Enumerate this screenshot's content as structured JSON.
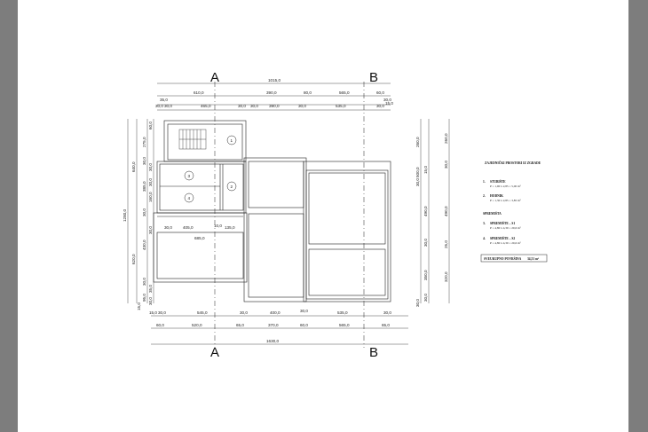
{
  "sections": {
    "a_top": "A",
    "b_top": "B",
    "a_bottom": "A",
    "b_bottom": "B"
  },
  "rooms": [
    "1",
    "2",
    "3",
    "4"
  ],
  "dims_top": {
    "total": "1015,0",
    "row2": [
      "610,0",
      "390,0",
      "80,0",
      "565,0",
      "60,0"
    ],
    "row3": [
      "30,0",
      "30,0",
      "465,0",
      "30,0",
      "30,0",
      "390,0",
      "30,0",
      "535,0",
      "30,0",
      "15,0"
    ],
    "row3_top": [
      "35,0",
      "30,0"
    ]
  },
  "dims_inner": {
    "d1": "405,0",
    "d2": "10,0",
    "d3": "135,0",
    "d4": "685,0",
    "d5": "30,0"
  },
  "dims_left": {
    "total": "1280,0",
    "mid": [
      "640,0",
      "620,0"
    ],
    "inner": [
      "275,0",
      "30,0",
      "385,0",
      "30,0",
      "430,0",
      "30,0"
    ],
    "small": [
      "60,0",
      "30,0",
      "30,0",
      "160,0",
      "30,0",
      "15,0",
      "95,0",
      "35,0",
      "30,0"
    ]
  },
  "dims_right": {
    "a": [
      "260,0",
      "500,0",
      "490,0",
      "30,0",
      "320,0"
    ],
    "b": [
      "260,0",
      "30,0",
      "490,0",
      "25,0",
      "350,0",
      "30,0"
    ],
    "small": [
      "15,0",
      "30,0",
      "30,0"
    ]
  },
  "dims_bottom": {
    "row1": [
      "15,0",
      "30,0",
      "545,0",
      "30,0",
      "400,0",
      "30,0",
      "535,0",
      "30,0"
    ],
    "row2": [
      "60,0",
      "520,0",
      "65,0",
      "370,0",
      "60,0",
      "565,0",
      "65,0"
    ],
    "total": "1630,0"
  },
  "legend": {
    "title": "ZAJEDNIČKI PROSTORI\nIZ ZGRADE",
    "items": [
      {
        "n": "1.",
        "name": "STUBIŠTE",
        "detail": "P = 1,90 x 2,85 = 5,00 m²"
      },
      {
        "n": "2.",
        "name": "HODNIK",
        "detail": "P = 1,30 x 2,85 = 3,85 m²"
      }
    ],
    "storage_title": "SPREMIŠTA",
    "storage": [
      {
        "n": "3.",
        "name": "SPREMIŠTE – S1",
        "detail": "P = 4,80 x 4,30 = 20,6 m²"
      },
      {
        "n": "4.",
        "name": "SPREMIŠTE – S2",
        "detail": "P = 4,80 x 4,30 = 20,6 m²"
      }
    ],
    "total_label": "SVEUKUPNO POVRŠINA",
    "total_value": "34,51 m²"
  }
}
